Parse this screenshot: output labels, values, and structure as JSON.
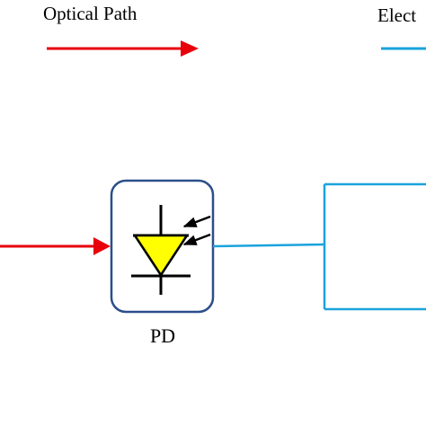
{
  "legend": {
    "optical_label": "Optical Path",
    "electrical_label": "Elect"
  },
  "components": {
    "pd_label": "PD"
  },
  "colors": {
    "optical": "#e8000b",
    "electrical": "#1aa3dc",
    "photodiode_fill": "#ffff00",
    "box_border": "#2b4f8a"
  },
  "icons": {
    "photodiode": "photodiode-icon"
  }
}
